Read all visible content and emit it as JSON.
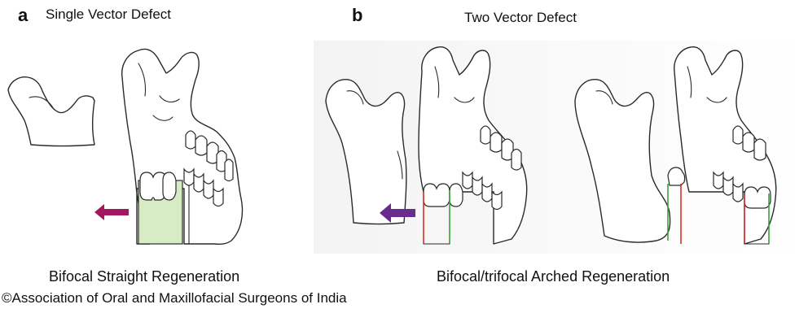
{
  "panel_a": {
    "letter": "a",
    "title": "Single Vector Defect",
    "caption": "Bifocal Straight Regeneration",
    "arrow_color": "#a3185f",
    "regenerate_color": "#d7ecc4"
  },
  "panel_b": {
    "letter": "b",
    "title": "Two Vector Defect",
    "caption": "Bifocal/trifocal Arched Regeneration",
    "arrow_color": "#6a2b8e",
    "line_red": "#d9302a",
    "line_green": "#3aa23a"
  },
  "credit": "©Association of Oral and Maxillofacial Surgeons of India"
}
